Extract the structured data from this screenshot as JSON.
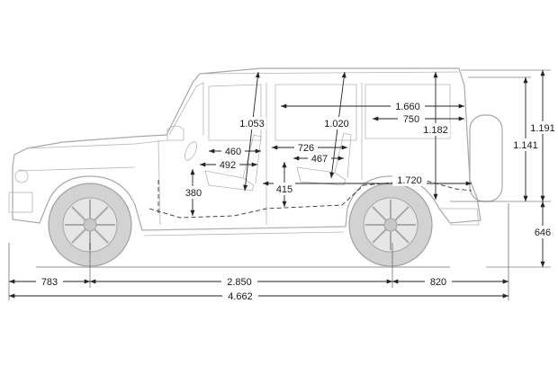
{
  "dimensions": {
    "front_overhang": "783",
    "wheelbase": "2.850",
    "rear_overhang": "820",
    "overall_length": "4.662",
    "overall_height": "1.191",
    "body_height": "1.141",
    "wheel_height": "646",
    "rear_headroom": "1.182",
    "front_headroom": "1.053",
    "middle_headroom": "1.020",
    "cargo_length": "1.660",
    "cargo_width": "750",
    "floor_length": "1.720",
    "front_legroom_upper": "460",
    "front_legroom_lower": "492",
    "rear_legroom_upper": "726",
    "rear_legroom_lower": "467",
    "front_seat_height": "380",
    "rear_seat_height": "415"
  },
  "colors": {
    "vehicle_outline": "#a8a8a8",
    "tire_fill": "#d2d2d2",
    "dimension_lines": "#222222"
  }
}
